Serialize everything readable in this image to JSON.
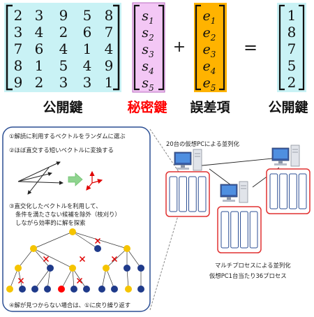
{
  "equation": {
    "matrix_rows": [
      [
        "2",
        "3",
        "9",
        "5",
        "8"
      ],
      [
        "3",
        "4",
        "2",
        "6",
        "7"
      ],
      [
        "7",
        "6",
        "4",
        "1",
        "4"
      ],
      [
        "8",
        "1",
        "5",
        "4",
        "9"
      ],
      [
        "9",
        "2",
        "3",
        "3",
        "1"
      ]
    ],
    "secret_vector": [
      "s1",
      "s2",
      "s3",
      "s4",
      "s5"
    ],
    "error_vector": [
      "e1",
      "e2",
      "e3",
      "e4",
      "e5"
    ],
    "result_vector": [
      "1",
      "8",
      "7",
      "5",
      "2"
    ],
    "plus_sign": "+",
    "equals_sign": "=",
    "labels": {
      "public_key_matrix": "公開鍵",
      "secret_key": "秘密鍵",
      "error_term": "誤差項",
      "public_key_vector": "公開鍵"
    },
    "colors": {
      "matrix_fill": "#c9f2f5",
      "secret_fill": "#f3c7f5",
      "error_fill": "#ffb300",
      "result_fill": "#c9f2f5",
      "secret_label": "#ff0000"
    }
  },
  "procedure": {
    "steps": [
      "①解読に利用するベクトルをランダムに選ぶ",
      "②ほぼ直交する短いベクトルに変換する",
      "③直交化したベクトルを利用して、",
      "条件を満たさない候補を除外（枝刈り）",
      "しながら効率的に解を探索",
      "④解が見つからない場合は、①に戻り繰り返す"
    ],
    "node_colors": {
      "gold": "#f5c400",
      "navy": "#1f3a8a",
      "red": "#ff0000",
      "cross": "#e00000"
    }
  },
  "cluster": {
    "title": "20台の仮想PCによる並列化",
    "caption_line1": "マルチプロセスによる並列化",
    "caption_line2": "仮想PC1台当たり36プロセス",
    "process_box_color": "#e03030"
  }
}
